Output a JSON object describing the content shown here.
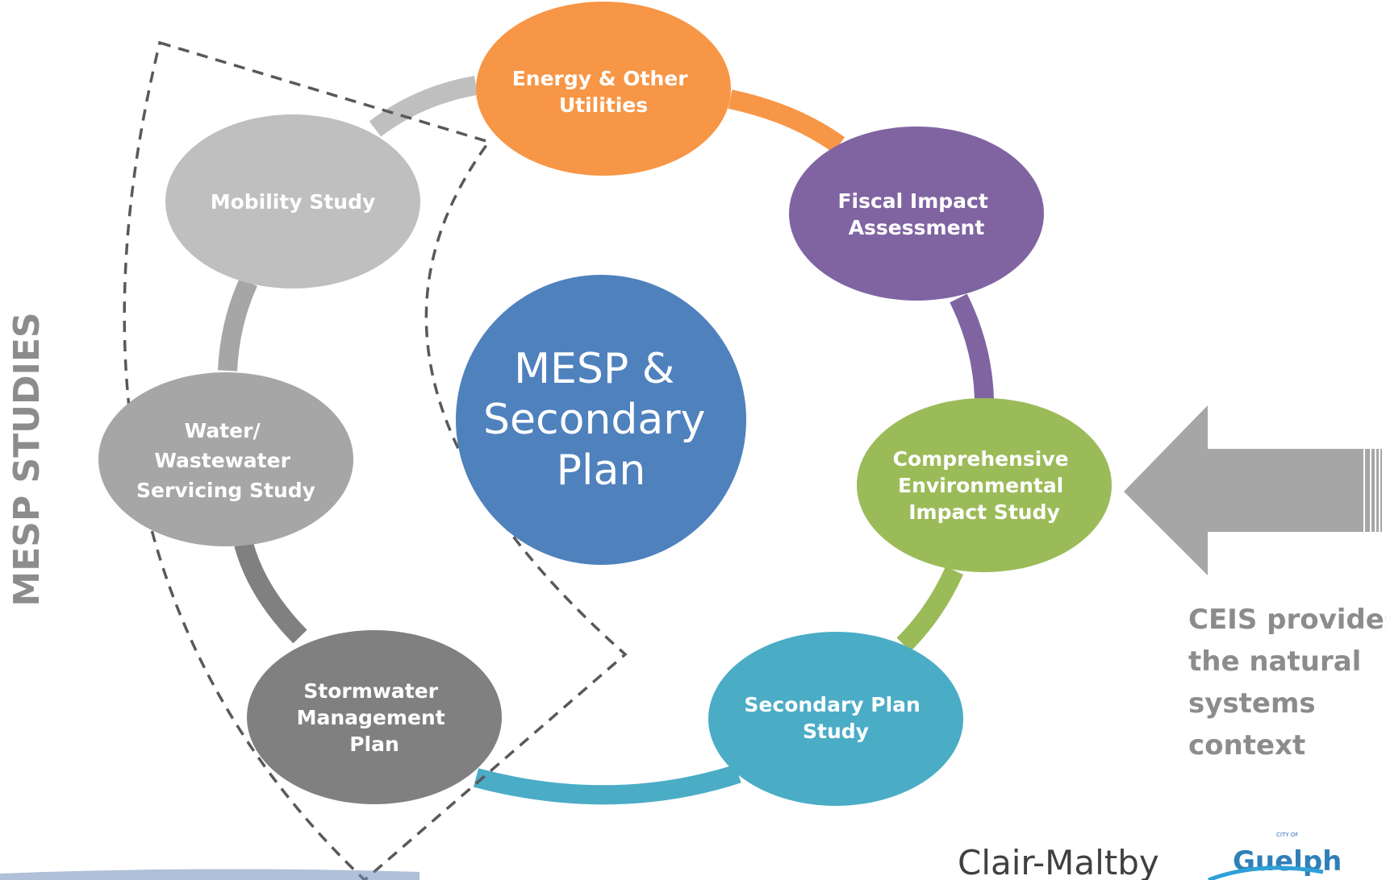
{
  "center": {
    "lines": [
      "MESP &",
      "Secondary",
      "Plan"
    ],
    "color": "#4f81bd"
  },
  "nodes": {
    "energy": {
      "lines": [
        "Energy & Other",
        "Utilities"
      ],
      "color": "#f79646"
    },
    "fiscal": {
      "lines": [
        "Fiscal Impact",
        "Assessment"
      ],
      "color": "#8064a2"
    },
    "ceis": {
      "lines": [
        "Comprehensive",
        "Environmental",
        "Impact Study"
      ],
      "color": "#9bbb59"
    },
    "secondary": {
      "lines": [
        "Secondary Plan",
        "Study"
      ],
      "color": "#4bacc6"
    },
    "stormwater": {
      "lines": [
        "Stormwater",
        "Management",
        "Plan"
      ],
      "color": "#808080"
    },
    "water": {
      "lines": [
        "Water/",
        "Wastewater",
        "Servicing Study"
      ],
      "color": "#a6a6a6"
    },
    "mobility": {
      "lines": [
        "Mobility Study"
      ],
      "color": "#bfbfbf"
    }
  },
  "side_label": "MESP  STUDIES",
  "note": {
    "lines": [
      "CEIS provides",
      "the natural",
      "systems",
      "context"
    ]
  },
  "footer": {
    "clair_maltby": "Clair-Maltby",
    "guelph_small": "CITY OF",
    "guelph": "Guelph"
  }
}
